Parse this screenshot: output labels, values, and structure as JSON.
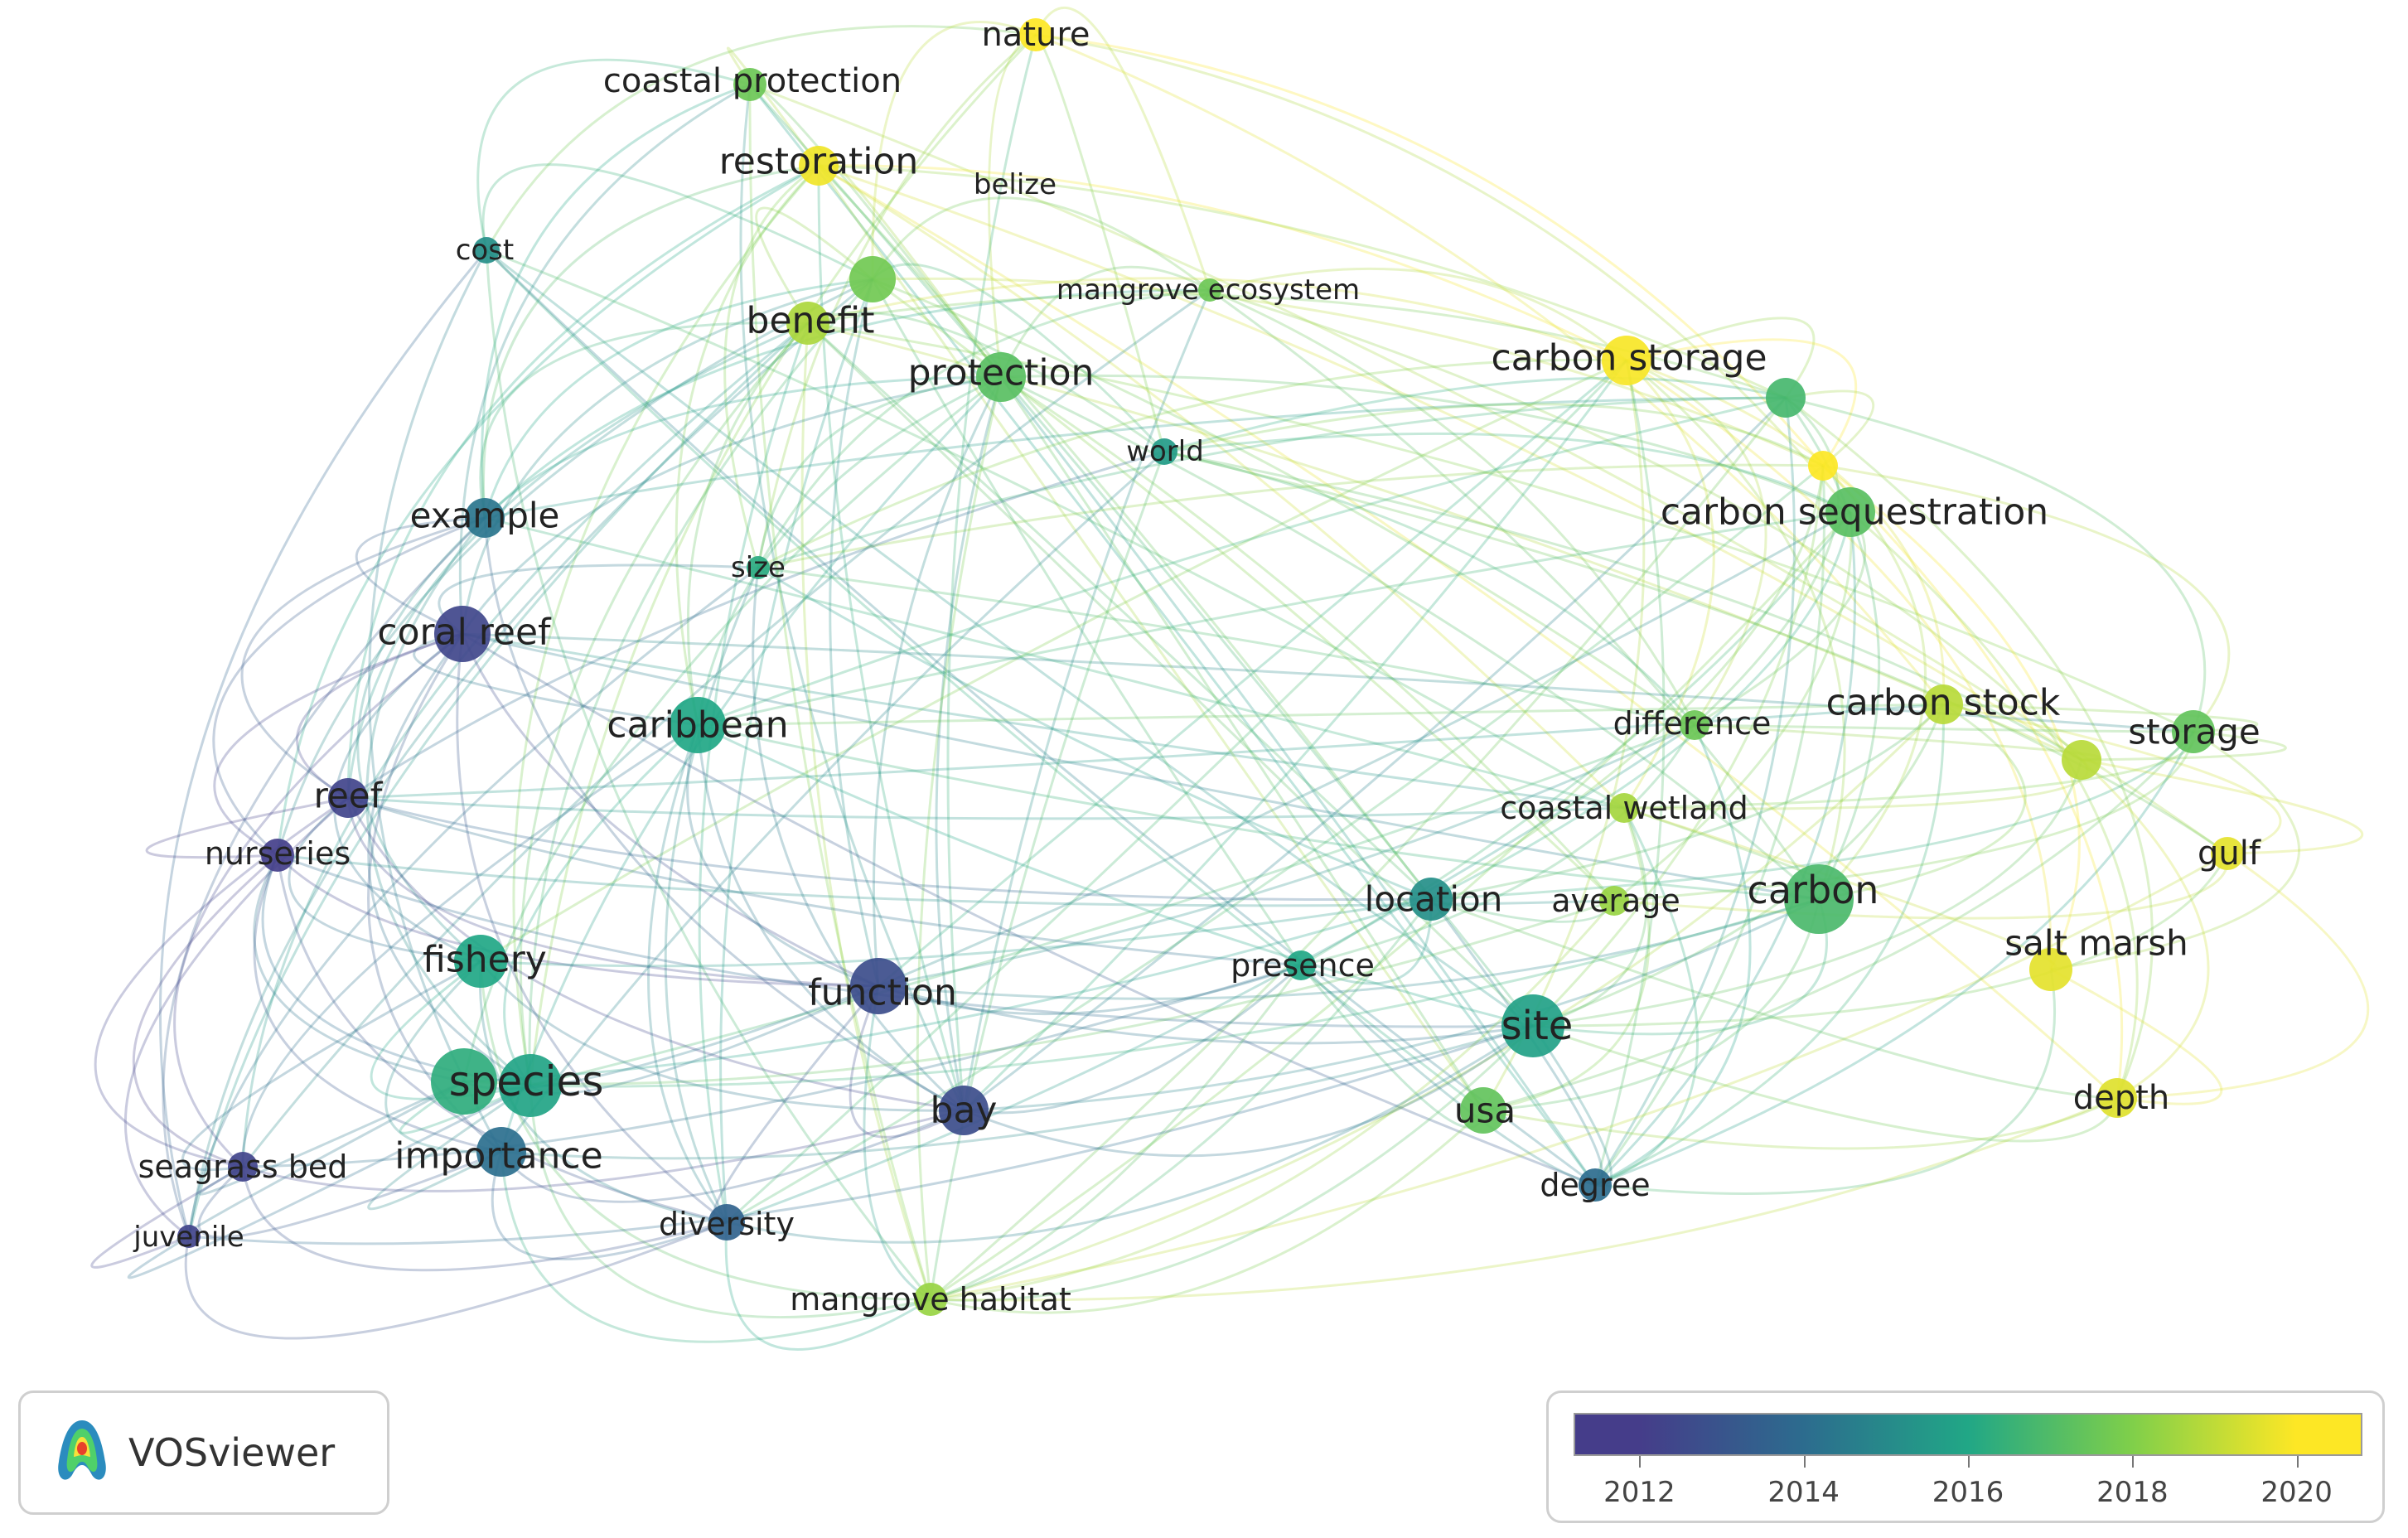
{
  "colors": {
    "c2012": "#453d8a",
    "c2014": "#2c6c8e",
    "c2016": "#21a786",
    "c2018": "#7fcf4a",
    "c2020": "#fde725",
    "link_opacity": 0.28
  },
  "nodes": [
    {
      "id": "nature",
      "label": "nature",
      "year": 2020.2,
      "w": 1
    },
    {
      "id": "coastal-protection",
      "label": "coastal protection",
      "year": 2017.6,
      "w": 1
    },
    {
      "id": "restoration",
      "label": "restoration",
      "year": 2019.8,
      "w": 2
    },
    {
      "id": "belize",
      "label": "belize",
      "year": 2020.0,
      "w": 0
    },
    {
      "id": "cost",
      "label": "cost",
      "year": 2015.2,
      "w": 0
    },
    {
      "id": "hub-a",
      "label": "",
      "year": 2017.7,
      "w": 2
    },
    {
      "id": "mangrove-ecosystem",
      "label": "mangrove ecosystem",
      "year": 2017.6,
      "w": 0
    },
    {
      "id": "benefit",
      "label": "benefit",
      "year": 2018.7,
      "w": 2
    },
    {
      "id": "protection",
      "label": "protection",
      "year": 2017.2,
      "w": 3
    },
    {
      "id": "carbon-storage",
      "label": "carbon storage",
      "year": 2019.9,
      "w": 3
    },
    {
      "id": "hub-b",
      "label": "",
      "year": 2016.8,
      "w": 2
    },
    {
      "id": "hub-c",
      "label": "",
      "year": 2020.2,
      "w": 1
    },
    {
      "id": "world",
      "label": "world",
      "year": 2015.6,
      "w": 1
    },
    {
      "id": "carbon-sequestration",
      "label": "carbon sequestration",
      "year": 2017.2,
      "w": 3
    },
    {
      "id": "example",
      "label": "example",
      "year": 2014.3,
      "w": 2
    },
    {
      "id": "size",
      "label": "size",
      "year": 2016.2,
      "w": 0
    },
    {
      "id": "coral-reef",
      "label": "coral reef",
      "year": 2012.4,
      "w": 3
    },
    {
      "id": "caribbean",
      "label": "caribbean",
      "year": 2016.0,
      "w": 3
    },
    {
      "id": "carbon-stock",
      "label": "carbon stock",
      "year": 2018.9,
      "w": 2
    },
    {
      "id": "difference",
      "label": "difference",
      "year": 2017.6,
      "w": 1
    },
    {
      "id": "storage",
      "label": "storage",
      "year": 2017.4,
      "w": 2
    },
    {
      "id": "hub-d",
      "label": "",
      "year": 2018.9,
      "w": 2
    },
    {
      "id": "reef",
      "label": "reef",
      "year": 2012.3,
      "w": 2
    },
    {
      "id": "coastal-wetland",
      "label": "coastal wetland",
      "year": 2018.6,
      "w": 1
    },
    {
      "id": "nurseries",
      "label": "nurseries",
      "year": 2012.1,
      "w": 1
    },
    {
      "id": "gulf",
      "label": "gulf",
      "year": 2019.6,
      "w": 1
    },
    {
      "id": "location",
      "label": "location",
      "year": 2015.2,
      "w": 2
    },
    {
      "id": "average",
      "label": "average",
      "year": 2018.4,
      "w": 1
    },
    {
      "id": "carbon",
      "label": "carbon",
      "year": 2016.9,
      "w": 4
    },
    {
      "id": "fishery",
      "label": "fishery",
      "year": 2016.0,
      "w": 3
    },
    {
      "id": "presence",
      "label": "presence",
      "year": 2016.0,
      "w": 1
    },
    {
      "id": "salt-marsh",
      "label": "salt marsh",
      "year": 2019.6,
      "w": 2
    },
    {
      "id": "hub-e",
      "label": "",
      "year": 2017.0,
      "w": 2
    },
    {
      "id": "function",
      "label": "function",
      "year": 2012.7,
      "w": 3
    },
    {
      "id": "site",
      "label": "site",
      "year": 2015.8,
      "w": 4
    },
    {
      "id": "species",
      "label": "species",
      "year": 2016.3,
      "w": 4
    },
    {
      "id": "hub-f",
      "label": "",
      "year": 2015.9,
      "w": 4
    },
    {
      "id": "bay",
      "label": "bay",
      "year": 2012.7,
      "w": 3
    },
    {
      "id": "usa",
      "label": "usa",
      "year": 2017.4,
      "w": 2
    },
    {
      "id": "depth",
      "label": "depth",
      "year": 2019.5,
      "w": 2
    },
    {
      "id": "importance",
      "label": "importance",
      "year": 2014.1,
      "w": 3
    },
    {
      "id": "seagrass-bed",
      "label": "seagrass bed",
      "year": 2012.3,
      "w": 1
    },
    {
      "id": "degree",
      "label": "degree",
      "year": 2014.0,
      "w": 1
    },
    {
      "id": "diversity",
      "label": "diversity",
      "year": 2013.6,
      "w": 1
    },
    {
      "id": "juvenile",
      "label": "juvenile",
      "year": 2012.3,
      "w": 0
    },
    {
      "id": "mangrove-habitat",
      "label": "mangrove habitat",
      "year": 2018.4,
      "w": 1
    }
  ],
  "logo": {
    "text": "VOSviewer"
  },
  "legend": {
    "ticks": [
      "2012",
      "2014",
      "2016",
      "2018",
      "2020"
    ],
    "range": [
      2011.2,
      2020.8
    ]
  }
}
